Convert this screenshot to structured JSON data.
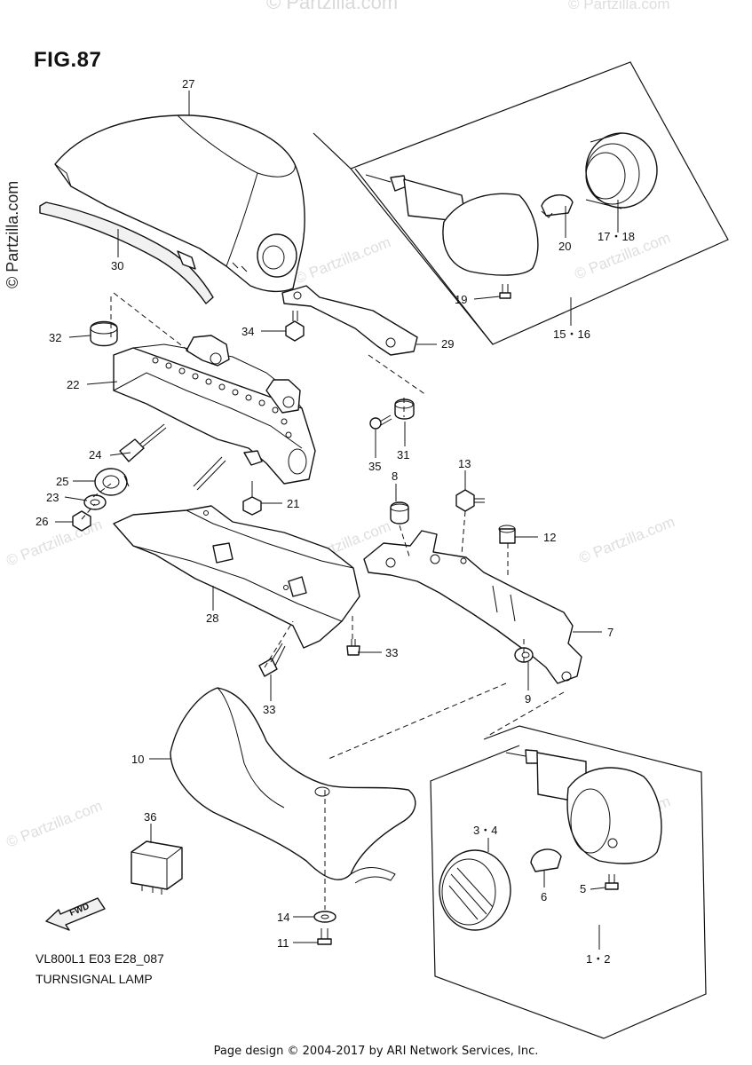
{
  "figure": {
    "title": "FIG.87",
    "diagram_code": "VL800L1 E03 E28_087",
    "diagram_name": "TURNSIGNAL LAMP"
  },
  "footer": {
    "credit": "Page design © 2004-2017 by ARI Network Services, Inc."
  },
  "watermark": {
    "text": "© Partzilla.com"
  },
  "fwd_label": "FWD",
  "callouts": {
    "c27": "27",
    "c30": "30",
    "c32": "32",
    "c34": "34",
    "c29": "29",
    "c22": "22",
    "c19": "19",
    "c15_16": "15・16",
    "c20": "20",
    "c17_18": "17・18",
    "c31": "31",
    "c35": "35",
    "c24": "24",
    "c25": "25",
    "c23": "23",
    "c26": "26",
    "c21": "21",
    "c13": "13",
    "c8": "8",
    "c12": "12",
    "c7": "7",
    "c28": "28",
    "c33a": "33",
    "c33b": "33",
    "c9": "9",
    "c10": "10",
    "c36": "36",
    "c3_4": "3・4",
    "c6": "6",
    "c5": "5",
    "c14": "14",
    "c11": "11",
    "c1_2": "1・2"
  }
}
